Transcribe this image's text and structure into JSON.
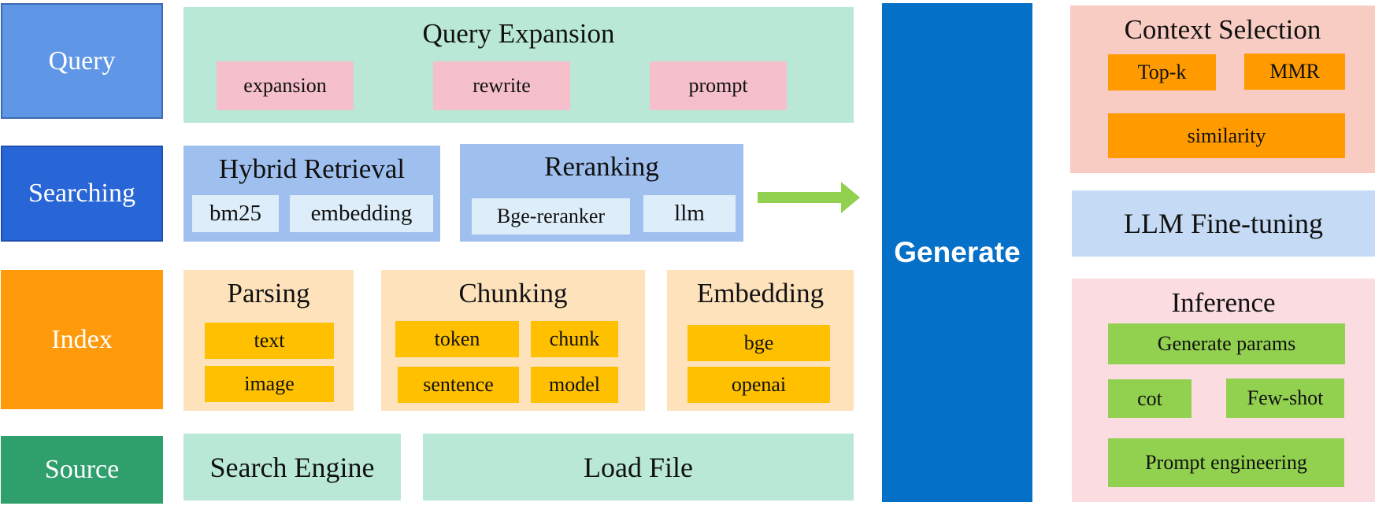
{
  "layers": {
    "query": "Query",
    "searching": "Searching",
    "index": "Index",
    "source": "Source"
  },
  "query_expansion": {
    "title": "Query Expansion",
    "items": [
      "expansion",
      "rewrite",
      "prompt"
    ]
  },
  "hybrid_retrieval": {
    "title": "Hybrid Retrieval",
    "items": [
      "bm25",
      "embedding"
    ]
  },
  "reranking": {
    "title": "Reranking",
    "items": [
      "Bge-reranker",
      "llm"
    ]
  },
  "parsing": {
    "title": "Parsing",
    "items": [
      "text",
      "image"
    ]
  },
  "chunking": {
    "title": "Chunking",
    "items": [
      "token",
      "chunk",
      "sentence",
      "model"
    ]
  },
  "embedding": {
    "title": "Embedding",
    "items": [
      "bge",
      "openai"
    ]
  },
  "source": {
    "search_engine": "Search Engine",
    "load_file": "Load File"
  },
  "generate": "Generate",
  "context_selection": {
    "title": "Context Selection",
    "items": [
      "Top-k",
      "MMR",
      "similarity"
    ]
  },
  "llm_finetuning": "LLM Fine-tuning",
  "inference": {
    "title": "Inference",
    "items": [
      "Generate params",
      "cot",
      "Few-shot",
      "Prompt engineering"
    ]
  },
  "colors": {
    "query_layer": "#5f96e6",
    "searching_layer": "#2865d6",
    "index_layer": "#ff9a0b",
    "source_layer": "#2f9f6c",
    "generate": "#0570c7",
    "arrow": "#92d050"
  }
}
